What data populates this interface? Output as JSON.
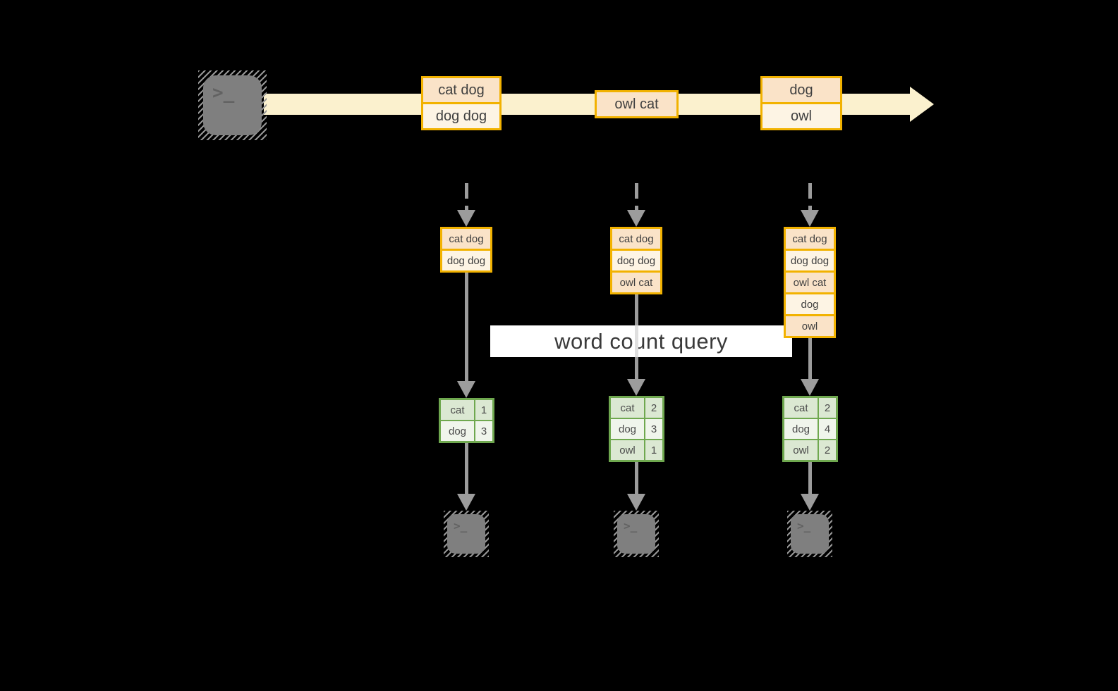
{
  "diagram": {
    "query_label": "word count query",
    "source_icon": "terminal-icon",
    "sink_icon": "terminal-icon",
    "terminal_glyph": ">_",
    "stream_events": [
      {
        "rows": [
          "cat dog",
          "dog dog"
        ]
      },
      {
        "rows": [
          "owl cat"
        ]
      },
      {
        "rows": [
          "dog",
          "owl"
        ]
      }
    ],
    "snapshots": [
      {
        "buffer": [
          "cat dog",
          "dog dog"
        ],
        "counts": [
          {
            "word": "cat",
            "count": "1"
          },
          {
            "word": "dog",
            "count": "3"
          }
        ]
      },
      {
        "buffer": [
          "cat dog",
          "dog dog",
          "owl cat"
        ],
        "counts": [
          {
            "word": "cat",
            "count": "2"
          },
          {
            "word": "dog",
            "count": "3"
          },
          {
            "word": "owl",
            "count": "1"
          }
        ]
      },
      {
        "buffer": [
          "cat dog",
          "dog dog",
          "owl cat",
          "dog",
          "owl"
        ],
        "counts": [
          {
            "word": "cat",
            "count": "2"
          },
          {
            "word": "dog",
            "count": "4"
          },
          {
            "word": "owl",
            "count": "2"
          }
        ]
      }
    ],
    "colors": {
      "background": "#000000",
      "stream_band": "#FBF1CE",
      "event_border": "#F2B200",
      "event_fill_dark": "#FAE3C8",
      "event_fill_light": "#FDF4E4",
      "table_border": "#6FA84F",
      "table_fill_dark": "#DBE8D2",
      "table_fill_light": "#F0F5EC",
      "arrow_gray": "#9C9C9C",
      "terminal_gray": "#7F7F7F",
      "text": "#3F3F3F"
    }
  }
}
